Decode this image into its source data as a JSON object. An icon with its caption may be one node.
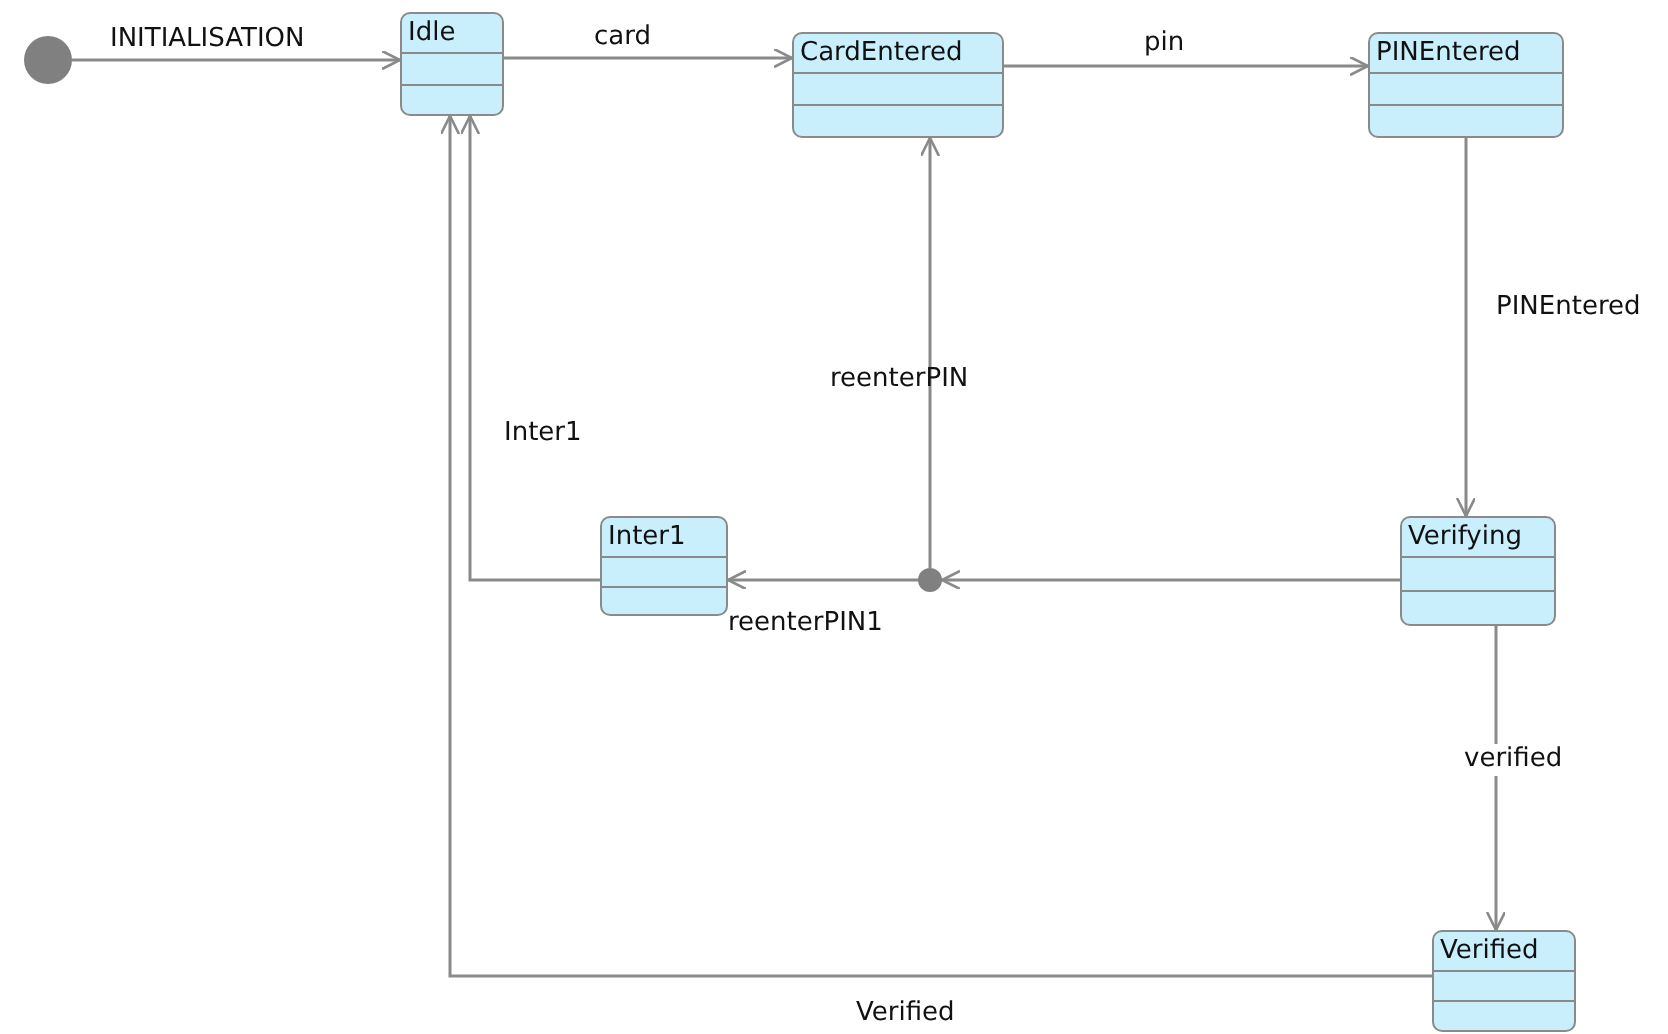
{
  "diagram": {
    "nodes": [
      {
        "text": [],
        "shape": "circle"
      },
      {
        "text": [
          "Idle"
        ]
      },
      {
        "text": [
          "CardEntered"
        ]
      },
      {
        "text": [
          "PINEntered"
        ]
      },
      {
        "text": [
          "Verifying"
        ]
      },
      {
        "text": [
          "Inter1"
        ]
      },
      {
        "text": [],
        "shape": "circle"
      },
      {
        "text": [
          "Verified"
        ]
      }
    ],
    "edges": [
      {
        "from": 0,
        "to": 1,
        "arrow": "to",
        "label": "INITIALISATION"
      },
      {
        "from": 1,
        "to": 2,
        "arrow": "to",
        "label": "card"
      },
      {
        "from": 2,
        "to": 3,
        "arrow": "to",
        "label": "pin"
      },
      {
        "from": 3,
        "to": 4,
        "arrow": "to",
        "label": "PINEntered"
      },
      {
        "from": 4,
        "to": 6,
        "arrow": "to"
      },
      {
        "from": 6,
        "to": 2,
        "arrow": "to",
        "label": "reenterPIN"
      },
      {
        "from": 6,
        "to": 5,
        "arrow": "to",
        "label": "reenterPIN1"
      },
      {
        "from": 5,
        "to": 1,
        "arrow": "to",
        "label": "Inter1"
      },
      {
        "from": 4,
        "to": 7,
        "arrow": "to",
        "label": "verified"
      },
      {
        "from": 7,
        "to": 1,
        "arrow": "to",
        "label": "Verified"
      }
    ]
  }
}
